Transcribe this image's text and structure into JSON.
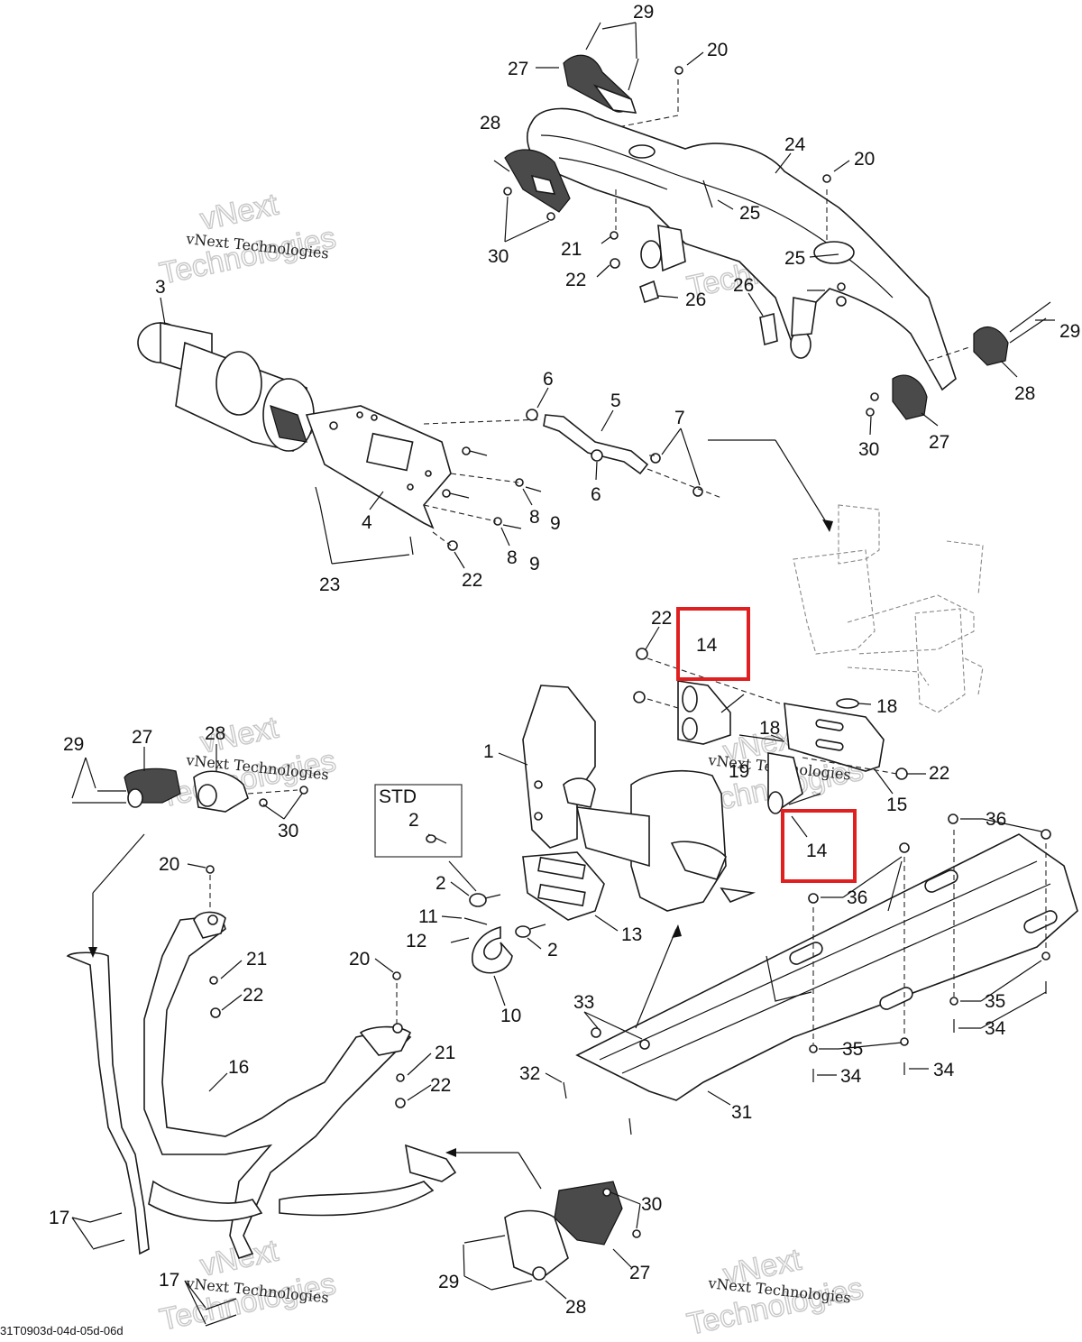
{
  "diagram": {
    "reference_code": "31T0903d-04d-05d-06d",
    "std_box_label": "STD",
    "watermark_top": "vNext Technologies",
    "watermark_outline_1": "vNext",
    "watermark_outline_2": "Technologies",
    "highlight_color": "#e02020",
    "callouts": {
      "c29a": "29",
      "c20a": "20",
      "c27a": "27",
      "c28a": "28",
      "c24": "24",
      "c20b": "20",
      "c25a": "25",
      "c25b": "25",
      "c21a": "21",
      "c22a": "22",
      "c26a": "26",
      "c26b": "26",
      "c30a": "30",
      "c29b": "29",
      "c28b": "28",
      "c27b": "27",
      "c30b": "30",
      "c3": "3",
      "c6a": "6",
      "c5": "5",
      "c7": "7",
      "c6b": "6",
      "c4": "4",
      "c8a": "8",
      "c9a": "9",
      "c8b": "8",
      "c9b": "9",
      "c23": "23",
      "c22b": "22",
      "c22c": "22",
      "c14a": "14",
      "c18a": "18",
      "c18b": "18",
      "c19": "19",
      "c22d": "22",
      "c15": "15",
      "c14b": "14",
      "c1": "1",
      "c29c": "29",
      "c27c": "27",
      "c28c": "28",
      "c30c": "30",
      "c2a": "2",
      "c2b": "2",
      "c11": "11",
      "c12": "12",
      "c2c": "2",
      "c13": "13",
      "c10": "10",
      "c36a": "36",
      "c36b": "36",
      "c35a": "35",
      "c34a": "34",
      "c35b": "35",
      "c34b": "34",
      "c34c": "34",
      "c33": "33",
      "c32": "32",
      "c31": "31",
      "c20c": "20",
      "c21b": "21",
      "c22e": "22",
      "c16": "16",
      "c20d": "20",
      "c21c": "21",
      "c22f": "22",
      "c17a": "17",
      "c17b": "17",
      "c30d": "30",
      "c29d": "29",
      "c27d": "27",
      "c28d": "28"
    }
  }
}
